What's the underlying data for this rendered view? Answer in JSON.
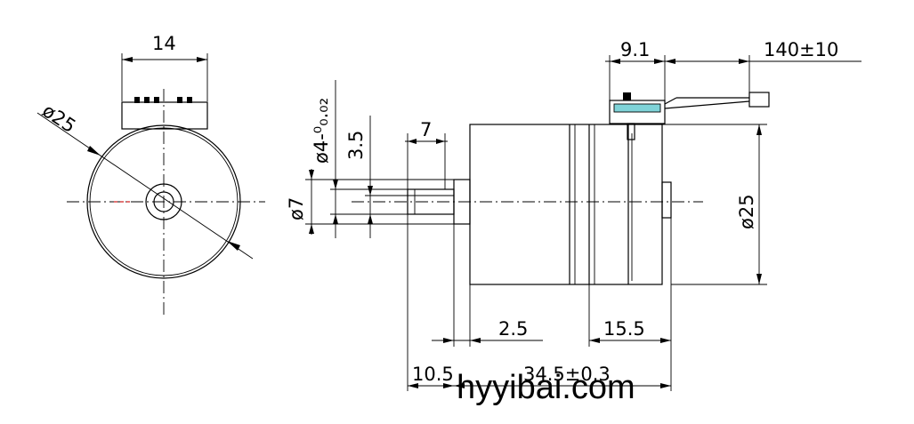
{
  "colors": {
    "line": "#000000",
    "connector_fill": "#7fd3d8",
    "center_mark": "#d22020"
  },
  "front_view": {
    "width_label": "14",
    "diameter_label": "ø25"
  },
  "side_view": {
    "shaft_tolerance_label": "ø4-⁰₀.₀₂",
    "flat_label": "3.5",
    "shaft_diameter_label": "ø7",
    "shaft_flat_length_label": "7",
    "body_diameter_label": "ø25",
    "lead_offset_label": "9.1",
    "lead_length_label": "140±10",
    "boss_label": "2.5",
    "rear_label": "15.5",
    "shaft_length_label": "10.5",
    "body_length_label": "34.5±0.3"
  },
  "watermark": "hyyibai.com"
}
